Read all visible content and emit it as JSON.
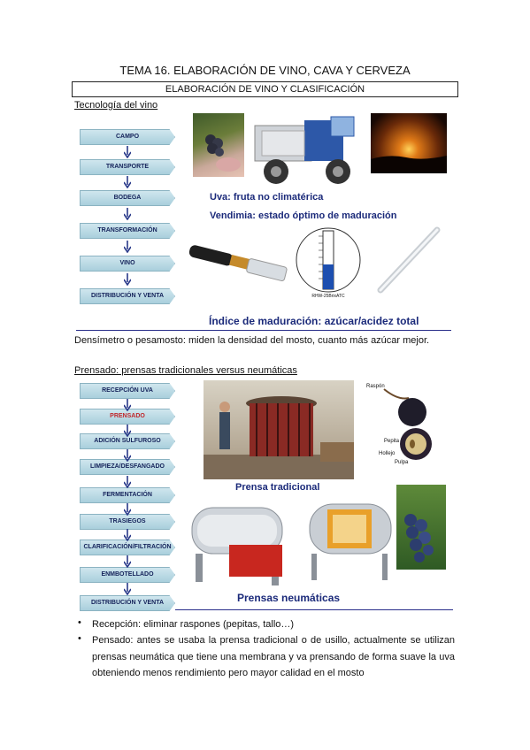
{
  "page_title": "TEMA 16. ELABORACIÓN DE VINO, CAVA Y CERVEZA",
  "box_heading": "ELABORACIÓN DE VINO Y CLASIFICACIÓN",
  "section1": {
    "heading": "Tecnología del vino",
    "flow": [
      "CAMPO",
      "TRANSPORTE",
      "BODEGA",
      "TRANSFORMACIÓN",
      "VINO",
      "DISTRIBUCIÓN Y VENTA"
    ],
    "caption_uva": "Uva: fruta no climatérica",
    "caption_vendimia": "Vendimia: estado óptimo de maduración",
    "caption_indice": "Índice de maduración: azúcar/acidez total",
    "refractometer_label": "RHW-25BrixATC",
    "paragraph": "Densímetro o pesamosto: miden la densidad del mosto, cuanto más azúcar mejor."
  },
  "section2": {
    "heading": "Prensado: prensas tradicionales versus neumáticas",
    "flow": [
      "RECEPCIÓN UVA",
      "PRENSADO",
      "ADICIÓN SULFUROSO",
      "LIMPIEZA/DESFANGADO",
      "FERMENTACIÓN",
      "TRASIEGOS",
      "CLARIFICACIÓN/FILTRACIÓN",
      "ENMBOTELLADO",
      "DISTRIBUCIÓN Y VENTA"
    ],
    "caption_tradicional": "Prensa tradicional",
    "caption_neumaticas": "Prensas neumáticas",
    "grape_labels": {
      "raspon": "Raspón",
      "pepita": "Pepita",
      "hollejo": "Hollejo",
      "pulpa": "Pulpa"
    }
  },
  "bullets": [
    "Recepción: eliminar raspones (pepitas, tallo…)",
    "Pensado: antes se usaba la prensa tradicional o de usillo, actualmente se utilizan prensas neumática que tiene una membrana y va prensando de forma suave la uva obteniendo menos rendimiento pero mayor calidad en el mosto"
  ],
  "colors": {
    "flow_text": "#14225a",
    "accent_red": "#c0282c",
    "caption_blue": "#1b2a7a"
  }
}
